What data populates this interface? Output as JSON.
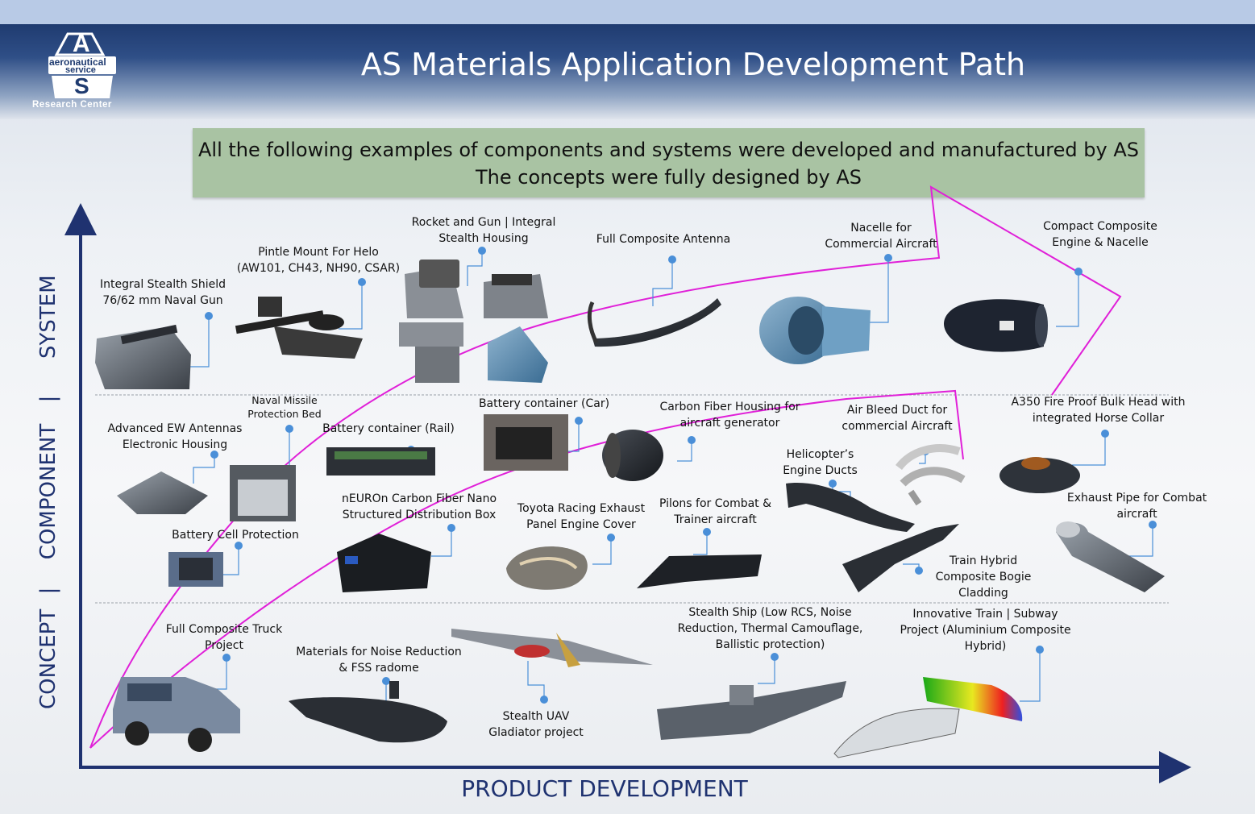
{
  "header": {
    "title": "AS Materials Application Development Path",
    "logo": {
      "letter_top": "A",
      "line1": "aeronautical",
      "line2": "service",
      "letter_bottom": "S",
      "caption": "Research Center"
    }
  },
  "banner": {
    "line1": "All the following examples of components and systems were developed and manufactured by AS",
    "line2": "The concepts were fully designed by AS"
  },
  "axes": {
    "y_concept": "CONCEPT",
    "y_component": "COMPONENT",
    "y_system": "SYSTEM",
    "separator": "|",
    "x_label": "PRODUCT DEVELOPMENT"
  },
  "labels": {
    "integral_stealth_shield": [
      "Integral Stealth Shield",
      "76/62 mm Naval Gun"
    ],
    "pintle_mount": [
      "Pintle Mount For Helo",
      "(AW101, CH43, NH90, CSAR)"
    ],
    "rocket_gun": [
      "Rocket and Gun | Integral",
      "Stealth Housing"
    ],
    "full_composite_antenna": [
      "Full Composite Antenna"
    ],
    "nacelle": [
      "Nacelle for",
      "Commercial Aircraft"
    ],
    "compact_engine": [
      "Compact Composite",
      "Engine & Nacelle"
    ],
    "naval_missile": [
      "Naval Missile",
      "Protection Bed"
    ],
    "advanced_ew": [
      "Advanced EW Antennas",
      "Electronic Housing"
    ],
    "battery_rail": [
      "Battery container (Rail)"
    ],
    "battery_car": [
      "Battery container (Car)"
    ],
    "carbon_housing": [
      "Carbon Fiber Housing for",
      "aircraft generator"
    ],
    "air_bleed": [
      "Air Bleed Duct for",
      "commercial Aircraft"
    ],
    "a350": [
      "A350  Fire Proof Bulk Head with",
      "integrated Horse Collar"
    ],
    "helicopter_ducts": [
      "Helicopter’s",
      "Engine Ducts"
    ],
    "neuron": [
      "nEUROn Carbon Fiber Nano",
      "Structured Distribution Box"
    ],
    "toyota": [
      "Toyota Racing Exhaust",
      "Panel Engine Cover"
    ],
    "pilons": [
      "Pilons for Combat &",
      "Trainer aircraft"
    ],
    "exhaust_pipe": [
      "Exhaust Pipe for Combat",
      "aircraft"
    ],
    "battery_cell": [
      "Battery Cell Protection"
    ],
    "train_bogie": [
      "Train Hybrid",
      "Composite Bogie",
      "Cladding"
    ],
    "truck": [
      "Full Composite Truck",
      "Project"
    ],
    "noise_reduction": [
      "Materials for Noise Reduction",
      "& FSS radome"
    ],
    "stealth_uav": [
      "Stealth UAV",
      "Gladiator project"
    ],
    "stealth_ship": [
      "Stealth Ship (Low RCS, Noise",
      "Reduction, Thermal Camouflage,",
      "Ballistic protection)"
    ],
    "innovative_train": [
      "Innovative Train | Subway",
      "Project (Aluminium Composite",
      "Hybrid)"
    ]
  },
  "colors": {
    "navy": "#1f3270",
    "magenta": "#e020d8",
    "connector": "#4a8fd8",
    "banner": "#a9c3a3"
  }
}
